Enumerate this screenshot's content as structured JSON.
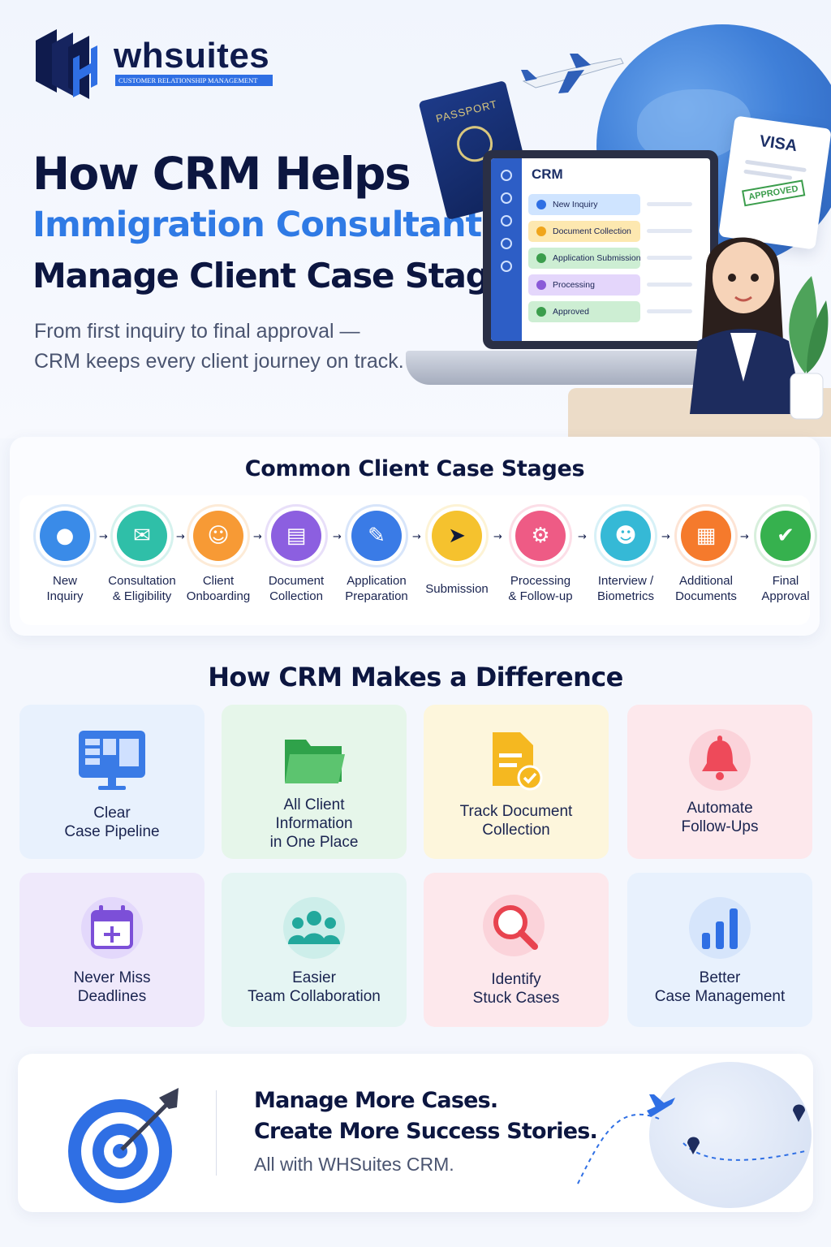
{
  "brand": {
    "name": "whsuites",
    "tagline": "CUSTOMER RELATIONSHIP MANAGEMENT",
    "primary_color": "#0f1b4d",
    "accent_color": "#2f7ae5"
  },
  "hero": {
    "title_line1": "How CRM Helps",
    "title_line2": "Immigration Consultants",
    "title_line3": "Manage Client Case Stages",
    "subtitle_line1": "From first inquiry to final approval —",
    "subtitle_line2": "CRM keeps every client journey on track.",
    "passport_label": "PASSPORT",
    "visa_label": "VISA",
    "visa_stamp": "APPROVED",
    "crm_screen": {
      "title": "CRM",
      "rows": [
        {
          "label": "New Inquiry",
          "color": "#cfe4ff",
          "dot": "#2f6fe4"
        },
        {
          "label": "Document Collection",
          "color": "#fde8b0",
          "dot": "#f0a51b"
        },
        {
          "label": "Application Submission",
          "color": "#cdeed3",
          "dot": "#3b9d4c"
        },
        {
          "label": "Processing",
          "color": "#e4d6fb",
          "dot": "#8a5ad8"
        },
        {
          "label": "Approved",
          "color": "#cdeed3",
          "dot": "#3b9d4c"
        }
      ]
    }
  },
  "stages_section": {
    "title": "Common Client Case Stages",
    "stages": [
      {
        "line1": "New",
        "line2": "Inquiry",
        "icon": "user-icon",
        "color": "#3a8be8"
      },
      {
        "line1": "Consultation",
        "line2": "& Eligibility",
        "icon": "chat-icon",
        "color": "#2fbfa8"
      },
      {
        "line1": "Client",
        "line2": "Onboarding",
        "icon": "group-icon",
        "color": "#f79a35"
      },
      {
        "line1": "Document",
        "line2": "Collection",
        "icon": "document-icon",
        "color": "#8c5fe0"
      },
      {
        "line1": "Application",
        "line2": "Preparation",
        "icon": "edit-document-icon",
        "color": "#3a7be6"
      },
      {
        "line1": "Submission",
        "line2": "",
        "icon": "send-icon",
        "color": "#f5c22e"
      },
      {
        "line1": "Processing",
        "line2": "& Follow-up",
        "icon": "gear-icon",
        "color": "#ee5b85"
      },
      {
        "line1": "Interview /",
        "line2": "Biometrics",
        "icon": "interview-icon",
        "color": "#35b9d6"
      },
      {
        "line1": "Additional",
        "line2": "Documents",
        "icon": "document-check-icon",
        "color": "#f57a2c"
      },
      {
        "line1": "Final",
        "line2": "Approval",
        "icon": "check-icon",
        "color": "#36b14e"
      }
    ]
  },
  "difference_section": {
    "title": "How CRM Makes a Difference",
    "items": [
      {
        "lines": [
          "Clear",
          "Case Pipeline"
        ],
        "icon": "pipeline-monitor-icon",
        "bg": "#e8f1fd",
        "color": "#3a7be6"
      },
      {
        "lines": [
          "All Client",
          "Information",
          "in One Place"
        ],
        "icon": "folder-icon",
        "bg": "#e6f6ea",
        "color": "#2fa24a"
      },
      {
        "lines": [
          "Track Document",
          "Collection"
        ],
        "icon": "document-check-icon",
        "bg": "#fdf6dc",
        "color": "#f0b21c"
      },
      {
        "lines": [
          "Automate",
          "Follow-Ups"
        ],
        "icon": "bell-icon",
        "bg": "#fde8ec",
        "color": "#ee4a5a"
      },
      {
        "lines": [
          "Never Miss",
          "Deadlines"
        ],
        "icon": "calendar-icon",
        "bg": "#efe9fb",
        "color": "#7c4fd8"
      },
      {
        "lines": [
          "Easier",
          "Team Collaboration"
        ],
        "icon": "team-icon",
        "bg": "#e5f5f3",
        "color": "#22a89c"
      },
      {
        "lines": [
          "Identify",
          "Stuck Cases"
        ],
        "icon": "search-icon",
        "bg": "#fde8ec",
        "color": "#e8434f"
      },
      {
        "lines": [
          "Better",
          "Case Management"
        ],
        "icon": "bar-chart-icon",
        "bg": "#e8f1fd",
        "color": "#2f6fe4"
      }
    ]
  },
  "footer_banner": {
    "line1": "Manage More Cases.",
    "line2": "Create More Success Stories.",
    "line3": "All with WHSuites CRM.",
    "icon": "target-icon"
  }
}
